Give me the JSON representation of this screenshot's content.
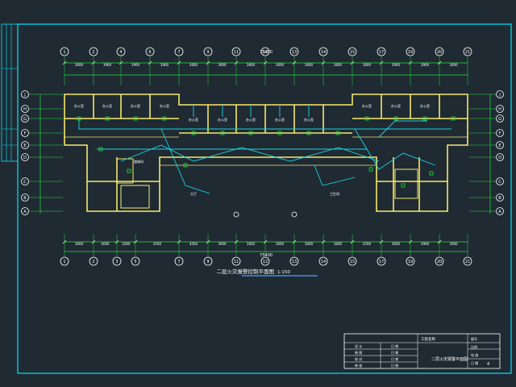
{
  "drawing": {
    "title": "二层火灾报警控制平面图",
    "scale": "1:150",
    "top_total_dim": "75400",
    "bottom_total_dim": "75400"
  },
  "axes": {
    "top": [
      "1",
      "2",
      "4",
      "6",
      "7",
      "9",
      "11",
      "12",
      "13",
      "14",
      "15",
      "17",
      "19",
      "20",
      "21"
    ],
    "bottom": [
      "1",
      "2",
      "3",
      "5",
      "7",
      "9",
      "11",
      "12",
      "13",
      "14",
      "15",
      "17",
      "19",
      "20",
      "21"
    ],
    "left": [
      "J",
      "H",
      "G",
      "F",
      "E",
      "D",
      "C",
      "B",
      "A"
    ],
    "right": [
      "J",
      "H",
      "G",
      "F",
      "E",
      "D",
      "C",
      "B",
      "A"
    ]
  },
  "dims": {
    "top": [
      "3600",
      "3900",
      "3900",
      "3900",
      "3600",
      "3600",
      "3600",
      "3600",
      "3600",
      "3600",
      "3600",
      "3900",
      "3900",
      "3600"
    ],
    "bottom": [
      "3600",
      "4000",
      "2000",
      "4500",
      "4500",
      "3600",
      "3600",
      "3600",
      "3600",
      "3600",
      "4500",
      "3600",
      "3900",
      "3900"
    ]
  },
  "rooms": {
    "north": [
      "办公室",
      "办公室",
      "办公室",
      "办公室",
      "办公室",
      "办公室",
      "办公室",
      "办公室",
      "办公室",
      "办公室",
      "办公室",
      "办公室"
    ],
    "stair": "楼梯间",
    "lobby": "大厅",
    "toilet": "卫生间"
  },
  "title_block": {
    "project_label": "工程名称",
    "drawing_name": "二层火灾报警平面图",
    "left_col": [
      "设 计",
      "制 图",
      "校 对",
      "审 核"
    ],
    "mid_col": [
      "日 期",
      "日 期",
      "日 期",
      "日 期"
    ],
    "right_col": [
      "图号",
      "比例",
      "电 施",
      "日 期"
    ],
    "sheet": "4"
  },
  "colors": {
    "background": "#1f2a33",
    "frame": "#00e5ff",
    "walls": "#f5e96a",
    "wiring": "#19d7e6",
    "devices": "#25e33a",
    "text": "#ffffff",
    "title_line": "#4aa3ff"
  }
}
